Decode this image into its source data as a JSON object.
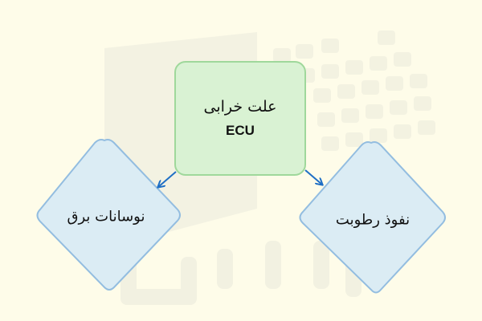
{
  "diagram": {
    "root": {
      "label_line1": "علت خرابی",
      "label_line2": "ECU",
      "fill": "#d9f2d3",
      "stroke": "#9fd89b"
    },
    "children": [
      {
        "label": "نوسانات برق",
        "fill": "#dbecf4",
        "stroke": "#93bde0"
      },
      {
        "label": "نفوذ رطوبت",
        "fill": "#dbecf4",
        "stroke": "#93bde0"
      }
    ],
    "edges": [
      {
        "from": "root",
        "to": "children.0",
        "color": "#1f6fc5"
      },
      {
        "from": "root",
        "to": "children.1",
        "color": "#1f6fc5"
      }
    ],
    "watermark": "faradars-logo"
  }
}
